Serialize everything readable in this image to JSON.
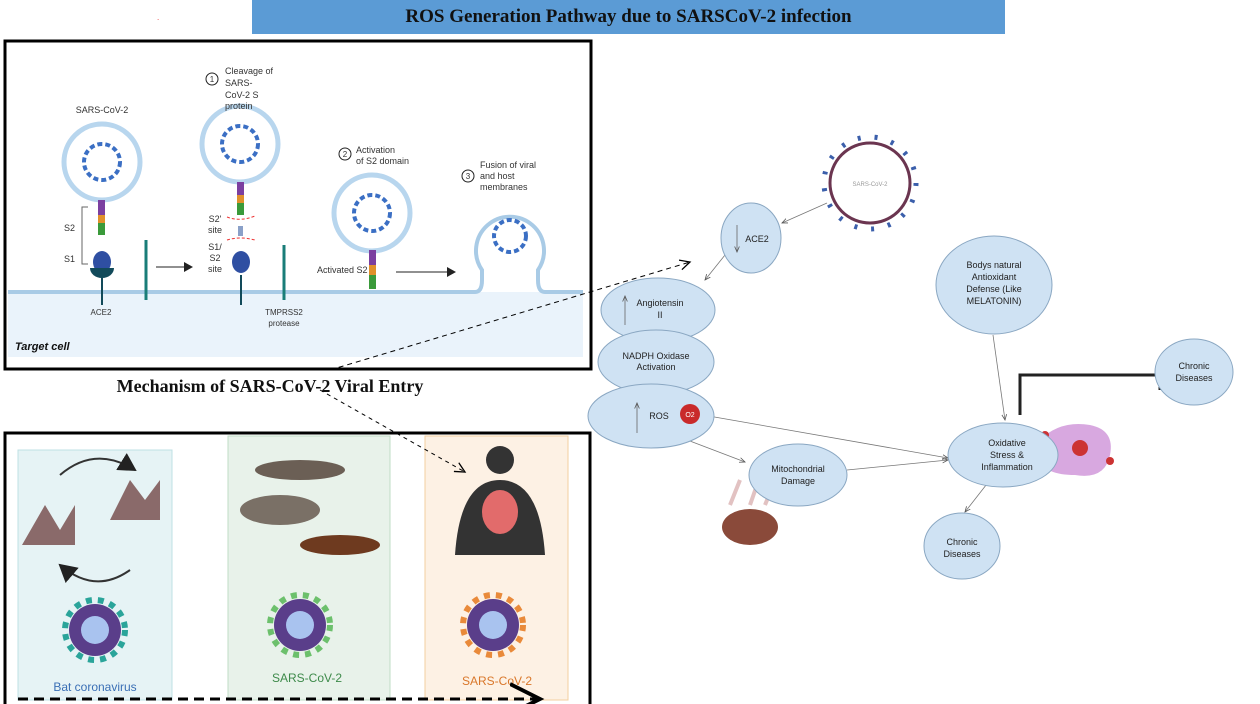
{
  "title": "ROS Generation Pathway due to SARSCoV-2 infection",
  "entry_panel": {
    "caption": "Mechanism of SARS-CoV-2 Viral Entry",
    "virus_label": "SARS-CoV-2",
    "step1": {
      "num": "1",
      "lines": [
        "Cleavage of",
        "SARS-",
        "CoV-2 S",
        "protein"
      ]
    },
    "step2": {
      "num": "2",
      "lines": [
        "Activation",
        "of S2 domain"
      ]
    },
    "step3": {
      "num": "3",
      "lines": [
        "Fusion of viral",
        "and host",
        "membranes"
      ]
    },
    "s2": "S2",
    "s1": "S1",
    "s2_site": [
      "S2'",
      "site"
    ],
    "s1s2_site": [
      "S1/",
      "S2",
      "site"
    ],
    "activated_s2": "Activated S2",
    "ace2": "ACE2",
    "tmprss2": [
      "TMPRSS2",
      "protease"
    ],
    "target_cell": "Target cell"
  },
  "origin_panel": {
    "bat": "Bat coronavirus",
    "intermediate": "SARS-CoV-2",
    "human": "SARS-CoV-2",
    "colors": {
      "bat_bg": "#e6f3f5",
      "intermediate_bg": "#e8f2ea",
      "human_bg": "#fdf1e4"
    }
  },
  "pathway": {
    "virus_label": "SARS-CoV-2",
    "nodes": {
      "ace2": [
        "ACE2"
      ],
      "angiotensin": [
        "Angiotensin",
        "II"
      ],
      "nadph": [
        "NADPH Oxidase",
        "Activation"
      ],
      "ros": [
        "ROS"
      ],
      "ros_badge": "O2",
      "mito": [
        "Mitochondrial",
        "Damage"
      ],
      "oxidative": [
        "Oxidative",
        "Stress &",
        "Inflammation"
      ],
      "chronic_bottom": [
        "Chronic",
        "Diseases"
      ],
      "antioxidant": [
        "Bodys natural",
        "Antioxidant",
        "Defense (Like",
        "MELATONIN)"
      ],
      "chronic_right": [
        "Chronic",
        "Diseases"
      ]
    },
    "colors": {
      "node_fill": "#cfe2f3",
      "node_stroke": "#8aa7c2",
      "title_bg": "#5b9bd5"
    }
  }
}
